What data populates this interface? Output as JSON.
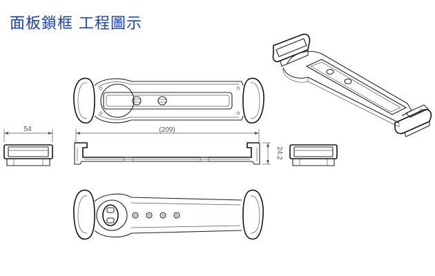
{
  "title": "面板鎖框 工程圖示",
  "dimensions": {
    "width": "54",
    "length": "(209)",
    "height": "24.2"
  },
  "colors": {
    "title": "#1c3fb8",
    "line": "#222222",
    "dimension": "#555555"
  }
}
